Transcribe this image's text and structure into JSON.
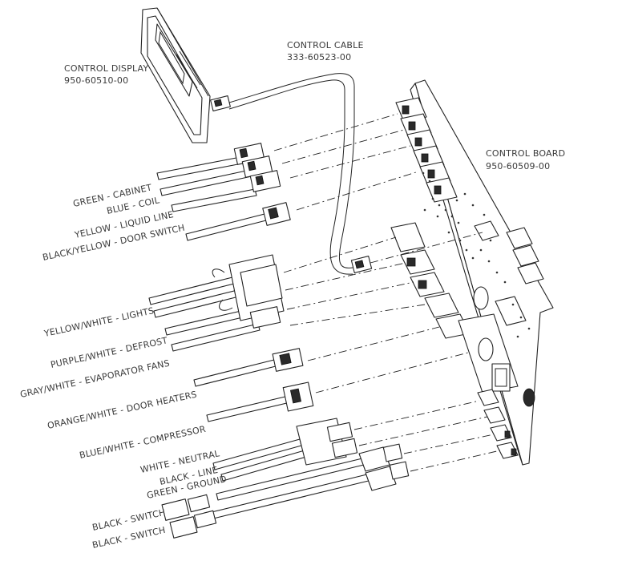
{
  "components": {
    "display": {
      "name": "CONTROL DISPLAY",
      "part_no": "950-60510-00"
    },
    "cable": {
      "name": "CONTROL CABLE",
      "part_no": "333-60523-00"
    },
    "board": {
      "name": "CONTROL BOARD",
      "part_no": "950-60509-00"
    }
  },
  "wires": [
    "GREEN - CABINET",
    "BLUE - COIL",
    "YELLOW - LIQUID LINE",
    "BLACK/YELLOW - DOOR SWITCH",
    "YELLOW/WHITE -  LIGHTS",
    "PURPLE/WHITE -  DEFROST",
    "GRAY/WHITE - EVAPORATOR FANS",
    "ORANGE/WHITE -  DOOR HEATERS",
    "BLUE/WHITE - COMPRESSOR",
    "WHITE - NEUTRAL",
    "BLACK - LINE",
    "GREEN - GROUND",
    "BLACK - SWITCH",
    "BLACK - SWITCH"
  ],
  "colors": {
    "line": "#222222",
    "text": "#3a3a3a",
    "background": "#ffffff"
  }
}
